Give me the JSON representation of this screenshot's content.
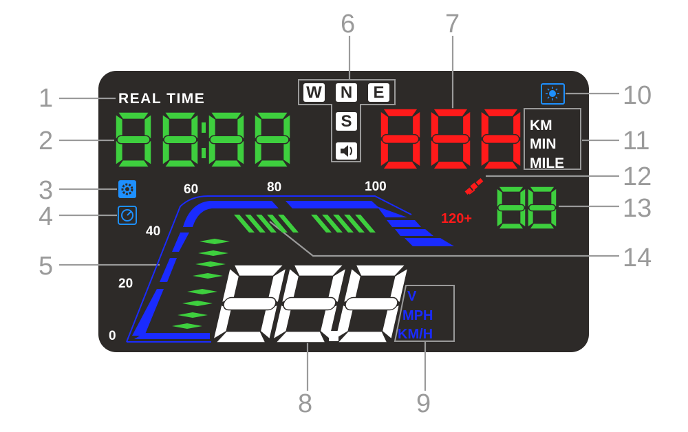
{
  "colors": {
    "panel": "#2d2a28",
    "green": "#3ecf3e",
    "red": "#ff1a1a",
    "blue": "#1a2bff",
    "white": "#ffffff",
    "callout": "#9a9a9a",
    "icon_blue": "#1e90ff"
  },
  "callouts": [
    "1",
    "2",
    "3",
    "4",
    "5",
    "6",
    "7",
    "8",
    "9",
    "10",
    "11",
    "12",
    "13",
    "14"
  ],
  "real_time_label": "REAL TIME",
  "compass": {
    "w": "W",
    "n": "N",
    "e": "E",
    "s": "S"
  },
  "icons": {
    "settings": "gear-icon",
    "speedometer": "speedometer-icon",
    "brightness": "sun-icon",
    "sound": "speaker-icon",
    "satellite": "satellite-icon"
  },
  "distance_units": [
    "KM",
    "MIN",
    "MILE"
  ],
  "speed_units": [
    "V",
    "MPH",
    "KM/H"
  ],
  "speed_ticks": [
    "0",
    "20",
    "40",
    "60",
    "80",
    "100"
  ],
  "speed_limit_label": "120+"
}
